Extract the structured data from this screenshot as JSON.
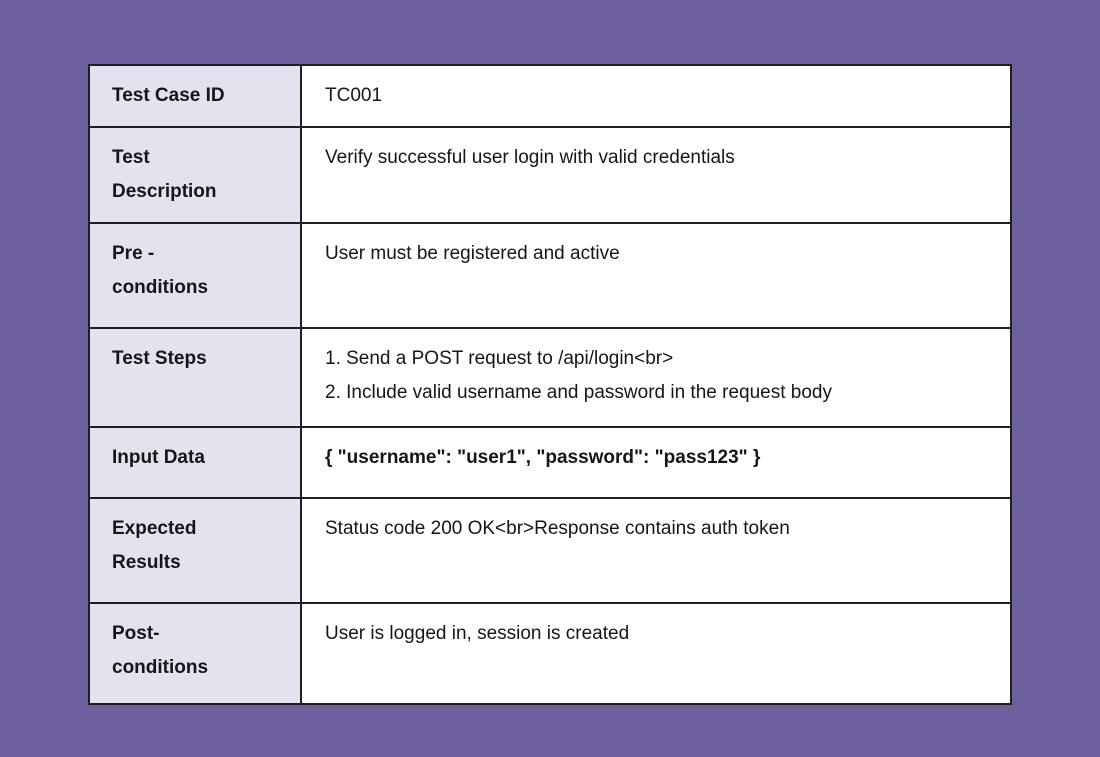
{
  "page": {
    "background_color": "#6e5f9e",
    "text_color": "#161616"
  },
  "table": {
    "label_column_bg": "#e6e1ee",
    "value_column_bg": "#ffffff",
    "border_color": "#1f1f1f",
    "rows": [
      {
        "label": "Test Case ID",
        "value": "TC001"
      },
      {
        "label": [
          "Test",
          "Description"
        ],
        "value": "Verify successful user login with valid credentials"
      },
      {
        "label": [
          "Pre -",
          "conditions"
        ],
        "value": "User must be registered and active"
      },
      {
        "label": "Test Steps",
        "value": [
          "1. Send a POST request to /api/login<br>",
          "2. Include valid username and password in the request body"
        ]
      },
      {
        "label": "Input Data",
        "value": "{ \"username\": \"user1\", \"password\": \"pass123\" }"
      },
      {
        "label": [
          "Expected",
          "Results"
        ],
        "value": "Status code 200 OK<br>Response contains auth token"
      },
      {
        "label": [
          "Post-",
          "conditions"
        ],
        "value": "User is logged in, session is created"
      }
    ]
  }
}
